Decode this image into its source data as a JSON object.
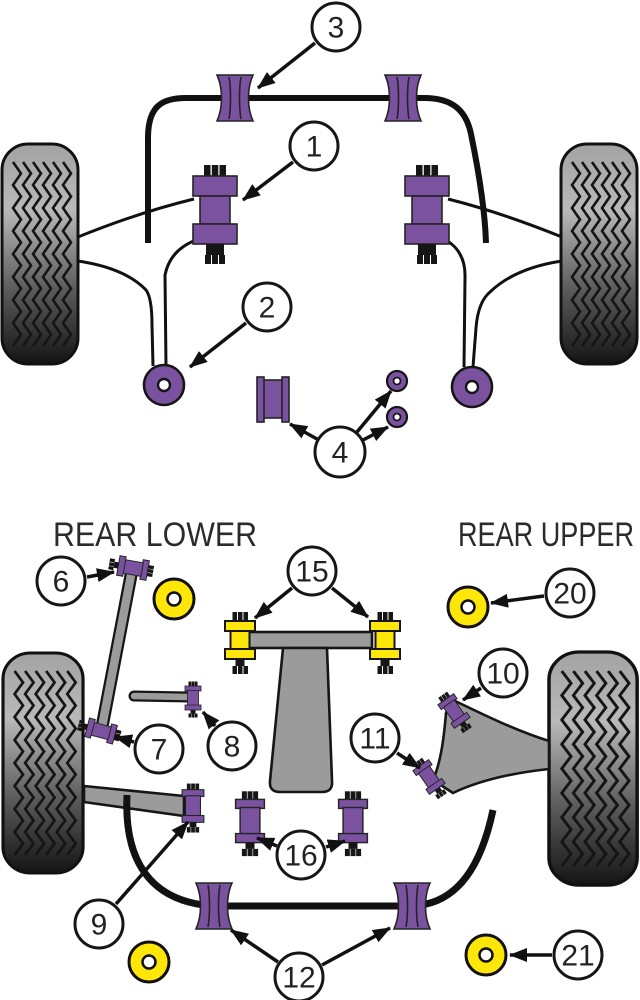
{
  "labels": {
    "rear_lower": "REAR LOWER",
    "rear_upper": "REAR UPPER"
  },
  "callouts": [
    {
      "number": "1"
    },
    {
      "number": "2"
    },
    {
      "number": "3"
    },
    {
      "number": "4"
    },
    {
      "number": "6"
    },
    {
      "number": "7"
    },
    {
      "number": "8"
    },
    {
      "number": "9"
    },
    {
      "number": "10"
    },
    {
      "number": "11"
    },
    {
      "number": "12"
    },
    {
      "number": "15"
    },
    {
      "number": "16"
    },
    {
      "number": "20"
    },
    {
      "number": "21"
    }
  ],
  "colors": {
    "bushing_purple": "#7a52a0",
    "bushing_yellow": "#ffe609",
    "arm_gray": "#9b9b9b",
    "outline": "#161616",
    "background": "#ffffff"
  }
}
